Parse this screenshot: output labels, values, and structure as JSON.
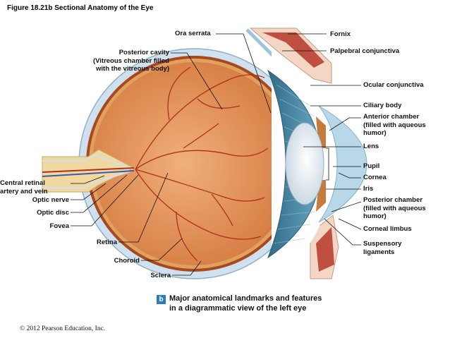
{
  "figure_title": "Figure 18.21b  Sectional Anatomy of the Eye",
  "labels": {
    "ora_serrata": "Ora serrata",
    "fornix": "Fornix",
    "palpebral_conjunctiva": "Palpebral conjunctiva",
    "posterior_cavity": [
      "Posterior cavity",
      "(Vitreous chamber filled",
      "with the vitreous body)"
    ],
    "ocular_conjunctiva": "Ocular conjunctiva",
    "ciliary_body": "Ciliary body",
    "anterior_chamber": [
      "Anterior chamber",
      "(filled with aqueous",
      "humor)"
    ],
    "lens": "Lens",
    "pupil": "Pupil",
    "cornea": "Cornea",
    "iris": "Iris",
    "posterior_chamber": [
      "Posterior chamber",
      "(filled with aqueous",
      "humor)"
    ],
    "corneal_limbus": "Corneal limbus",
    "suspensory_ligaments": [
      "Suspensory",
      "ligaments"
    ],
    "central_retinal": [
      "Central retinal",
      "artery and vein"
    ],
    "optic_nerve": "Optic nerve",
    "optic_disc": "Optic disc",
    "fovea": "Fovea",
    "retina": "Retina",
    "choroid": "Choroid",
    "sclera": "Sclera"
  },
  "caption": {
    "badge": "b",
    "line1": "Major anatomical landmarks and features",
    "line2": "in a diagrammatic view of the left eye"
  },
  "copyright": "© 2012 Pearson Education, Inc.",
  "colors": {
    "sclera": "#cfe1ee",
    "choroid": "#a8481f",
    "retina": "#e1a15e",
    "vitreous": "#e8955a",
    "vessels": "#b0301c",
    "ciliary": "#3f7f99",
    "lens": "#e8f0f6",
    "cornea": "#b8d8ea",
    "optic_nerve": "#f1d8a0",
    "caption_badge": "#2a7fb8"
  }
}
